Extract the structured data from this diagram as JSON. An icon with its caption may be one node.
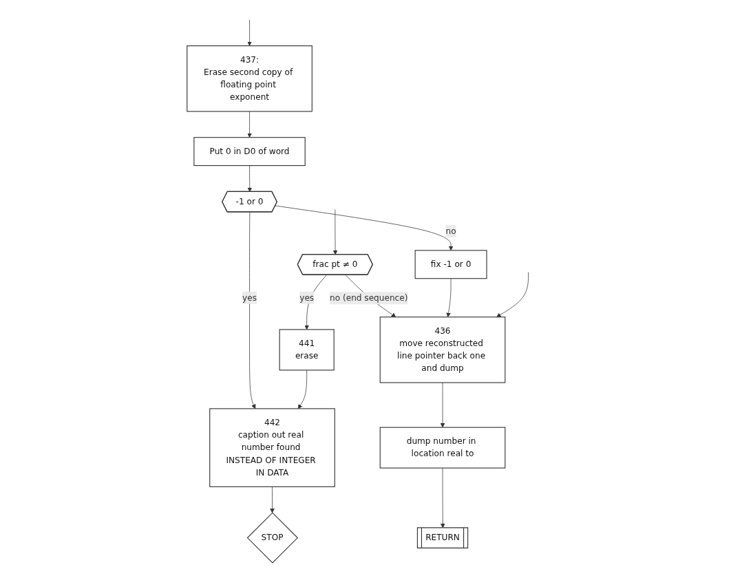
{
  "diagram": {
    "nodes": [
      {
        "text": [
          "437:",
          "Erase second copy of floating point exponent"
        ]
      },
      {
        "text": [
          "Put 0 in D0 of word"
        ]
      },
      {
        "text": [
          "-1 or 0"
        ]
      },
      {
        "text": [
          "frac pt ≠ 0"
        ]
      },
      {
        "text": [
          "441",
          "erase"
        ]
      },
      {
        "text": [
          "442",
          "caption out real number found INSTEAD OF INTEGER IN DATA"
        ]
      },
      {
        "text": [
          "STOP"
        ]
      },
      {
        "text": [
          "fix -1 or 0"
        ]
      },
      {
        "text": [
          "436",
          "move reconstructed line pointer back one and dump"
        ]
      },
      {
        "text": [
          "dump number in location real to"
        ]
      },
      {
        "text": [
          "RETURN"
        ]
      }
    ],
    "edges": [
      {
        "from": null,
        "to": 0,
        "arrow": "to"
      },
      {
        "from": 0,
        "to": 1,
        "arrow": "to"
      },
      {
        "from": 1,
        "to": 2,
        "arrow": "to"
      },
      {
        "from": 2,
        "to": 5,
        "arrow": "to",
        "label": "yes"
      },
      {
        "from": 2,
        "to": 7,
        "arrow": "to",
        "label": "no"
      },
      {
        "from": null,
        "to": 3,
        "arrow": "to"
      },
      {
        "from": 3,
        "to": 4,
        "arrow": "to",
        "label": "yes"
      },
      {
        "from": 3,
        "to": 8,
        "arrow": "to",
        "label": "no (end sequence)"
      },
      {
        "from": 4,
        "to": 5,
        "arrow": "to"
      },
      {
        "from": 5,
        "to": 6,
        "arrow": "to"
      },
      {
        "from": 7,
        "to": 8,
        "arrow": "to"
      },
      {
        "from": null,
        "to": 8,
        "arrow": "to"
      },
      {
        "from": 8,
        "to": 9,
        "arrow": "to"
      },
      {
        "from": 9,
        "to": 10,
        "arrow": "to"
      }
    ]
  }
}
